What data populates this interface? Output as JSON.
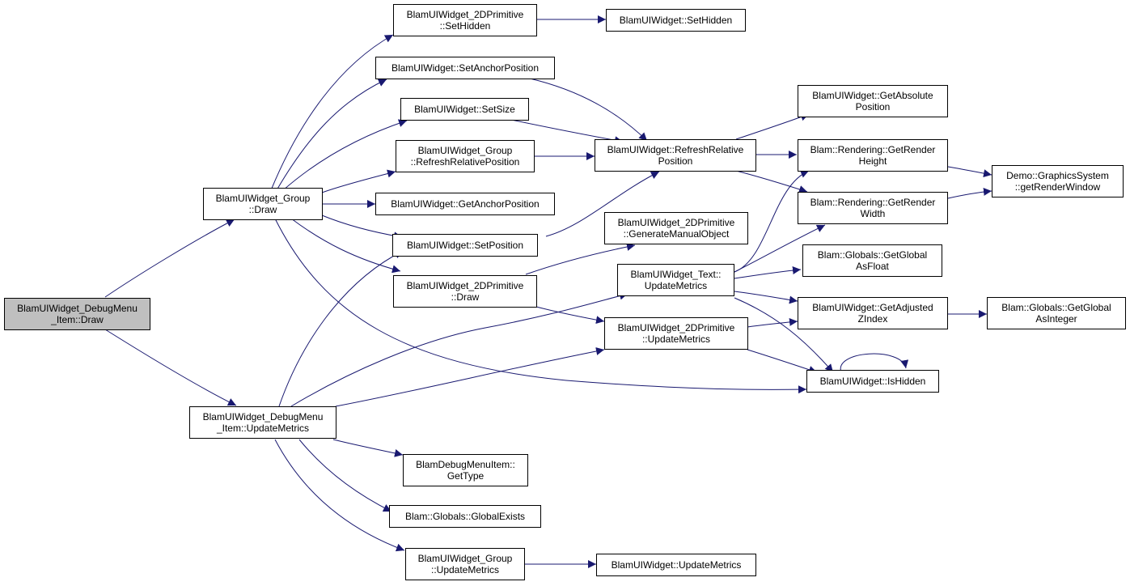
{
  "colors": {
    "edge": "#191970",
    "root_fill": "#bfbfbf",
    "node_fill": "#ffffff",
    "border": "#000000"
  },
  "nodes": {
    "root": "BlamUIWidget_DebugMenu\n_Item::Draw",
    "group_draw": "BlamUIWidget_Group\n::Draw",
    "dm_update": "BlamUIWidget_DebugMenu\n_Item::UpdateMetrics",
    "p2d_sethidden": "BlamUIWidget_2DPrimitive\n::SetHidden",
    "w_sethidden": "BlamUIWidget::SetHidden",
    "w_setanchor": "BlamUIWidget::SetAnchorPosition",
    "w_setsize": "BlamUIWidget::SetSize",
    "g_refresh": "BlamUIWidget_Group\n::RefreshRelativePosition",
    "w_getanchor": "BlamUIWidget::GetAnchorPosition",
    "w_setposition": "BlamUIWidget::SetPosition",
    "p2d_draw": "BlamUIWidget_2DPrimitive\n::Draw",
    "w_refresh": "BlamUIWidget::RefreshRelative\nPosition",
    "p2d_genmanual": "BlamUIWidget_2DPrimitive\n::GenerateManualObject",
    "text_update": "BlamUIWidget_Text::\nUpdateMetrics",
    "p2d_update": "BlamUIWidget_2DPrimitive\n::UpdateMetrics",
    "w_getabs": "BlamUIWidget::GetAbsolute\nPosition",
    "r_height": "Blam::Rendering::GetRender\nHeight",
    "r_width": "Blam::Rendering::GetRender\nWidth",
    "gs_window": "Demo::GraphicsSystem\n::getRenderWindow",
    "gl_float": "Blam::Globals::GetGlobal\nAsFloat",
    "w_zindex": "BlamUIWidget::GetAdjusted\nZIndex",
    "gl_int": "Blam::Globals::GetGlobal\nAsInteger",
    "w_ishidden": "BlamUIWidget::IsHidden",
    "dmi_gettype": "BlamDebugMenuItem::\nGetType",
    "gl_exists": "Blam::Globals::GlobalExists",
    "g_update": "BlamUIWidget_Group\n::UpdateMetrics",
    "w_update": "BlamUIWidget::UpdateMetrics"
  }
}
